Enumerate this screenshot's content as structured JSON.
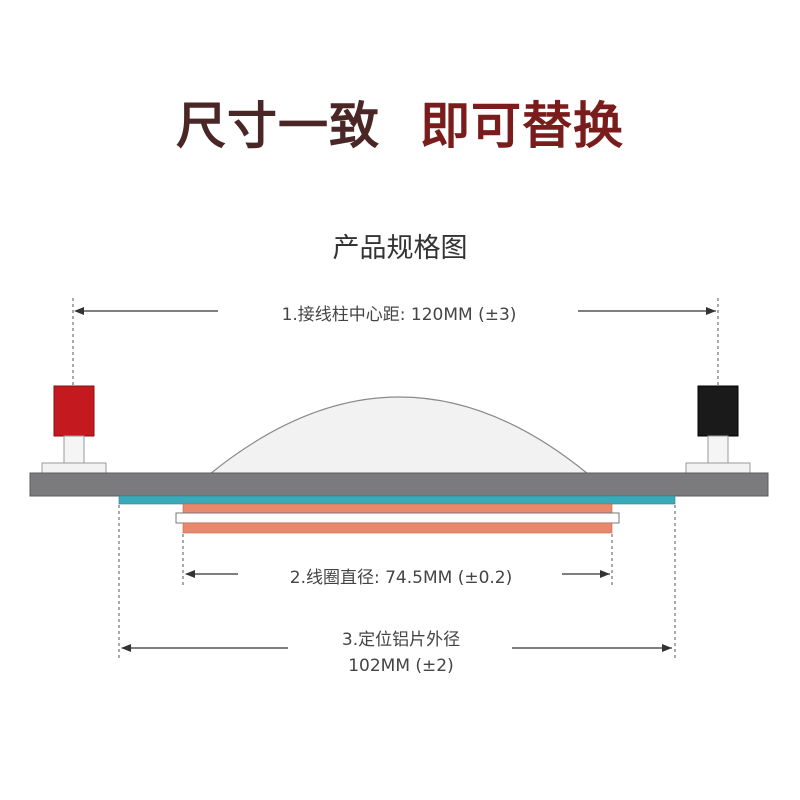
{
  "headline": {
    "part1": "尺寸一致",
    "part2": "即可替换"
  },
  "subtitle": "产品规格图",
  "dimensions": {
    "terminal_spacing": "1.接线柱中心距: 120MM (±3)",
    "coil_diameter": "2.线圈直径: 74.5MM (±0.2)",
    "plate_diameter_line1": "3.定位铝片外径",
    "plate_diameter_line2": "102MM (±2)"
  },
  "colors": {
    "plate": "#7b7b7d",
    "dome": "#f2f2f2",
    "teal_ring": "#3aa9b8",
    "coil": "#e8896e",
    "terminal_positive": "#c41a1f",
    "terminal_negative": "#1a1a1a"
  }
}
